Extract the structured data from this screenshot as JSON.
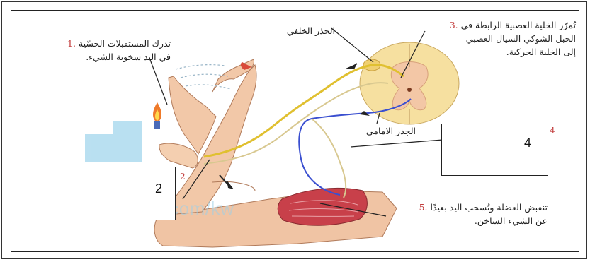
{
  "labels": {
    "step1": {
      "number": ".1",
      "line1": "تدرك المستقبلات الحسّية",
      "line2": "في اليد سخونة الشيء."
    },
    "step3": {
      "number": ".3",
      "line1": "تُمرّر الخلية العصبية الرابطة في",
      "line2": "الحبل الشوكي السيال العصبي",
      "line3": "إلى الخلية الحركية."
    },
    "step5": {
      "number": ".5",
      "line1": "تنقبض العضلة وتُسحب اليد بعيدًا",
      "line2": "عن الشيء الساخن."
    },
    "back_root": "الجذر الخلفي",
    "front_root": "الجذر الامامي",
    "small_2": "2",
    "small_4": "4"
  },
  "answer_boxes": {
    "box2": "2",
    "box4": "4"
  },
  "watermark": "almanahj.com/kw",
  "colors": {
    "step_number": "#c23a3a",
    "sensory_nerve": "#e0c030",
    "motor_nerve": "#3a4fd0",
    "muscle": "#c8404a",
    "skin": "#f2c8a8",
    "spinal_cord": "#f6e0a0"
  }
}
